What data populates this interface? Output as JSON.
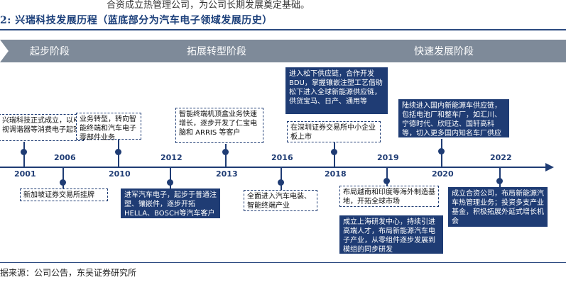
{
  "top_text": "合资成立热管理公司，为公司长期发展奠定基础。",
  "figure_title": "2:  兴瑞科技发展历程（蓝底部分为汽车电子领域发展历史）",
  "stages": [
    "起步阶段",
    "拓展转型阶段",
    "快速发展阶段"
  ],
  "years": [
    "2001",
    "2006",
    "2010",
    "2012",
    "2013",
    "2016",
    "2018",
    "2019",
    "2020",
    "2022"
  ],
  "events": {
    "e2001": "兴瑞科技正式成立，以电视调谐器等消费电子起家",
    "e2006": "新加坡证券交易所挂牌",
    "e2010": "业务转型，转向智能终端和汽车电子零部件业务",
    "e2012": "进军汽车电子，起步于普通注塑、镶嵌件，逐步开拓HELLA、BOSCH等汽车客户",
    "e2013": "智能终端机顶盒业务快速增长，逐步开发了仁宝电脑和 ARRIS 等客户",
    "e2016": "全面进入汽车电装、智能终端产业",
    "e2018a": "进入松下供应链，合作开发BDU，掌握镶嵌注塑工艺借助松下进入全球新能源供应链，供货宝马、日产、通用等",
    "e2018b": "在深圳证券交易所中小企业板上市",
    "e2019a": "布局越南和印度等海外制造基地，开拓全球市场",
    "e2019b": "成立上海研发中心，持续引进高端人才，布局新能源汽车电子产业，从零组件逐步发展到模组的同步研发",
    "e2020": "陆续进入国内新能源车供应链，包括电池厂和整车厂，如汇川、宁德时代、欣旺达、国轩高科等，切入更多国内知名车厂供应体系",
    "e2022": "成立合资公司，布局新能源汽车热管理业务；投资多支产业基金，积极拓展外延式增长机会"
  },
  "source": "据来源：公司公告，东吴证券研究所",
  "colors": {
    "navy": "#1f3c74",
    "stage_fill": "#7e8a99"
  }
}
